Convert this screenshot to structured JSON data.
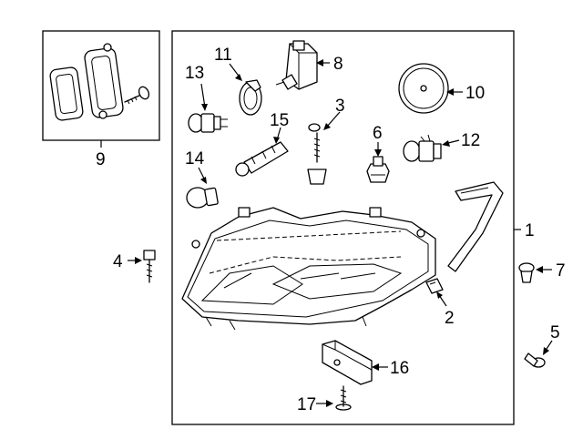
{
  "callouts": {
    "c1": "1",
    "c2": "2",
    "c3": "3",
    "c4": "4",
    "c5": "5",
    "c6": "6",
    "c7": "7",
    "c8": "8",
    "c9": "9",
    "c10": "10",
    "c11": "11",
    "c12": "12",
    "c13": "13",
    "c14": "14",
    "c15": "15",
    "c16": "16",
    "c17": "17"
  },
  "icons": {
    "headlamp": "headlamp-assembly-icon",
    "bulb": "bulb-icon",
    "bolt": "bolt-icon",
    "socket": "bulb-socket-icon",
    "cap": "dust-cap-icon",
    "gasket": "gasket-icon",
    "module": "control-module-icon",
    "clip": "clip-icon"
  },
  "colors": {
    "line": "#000000",
    "background": "#ffffff"
  }
}
